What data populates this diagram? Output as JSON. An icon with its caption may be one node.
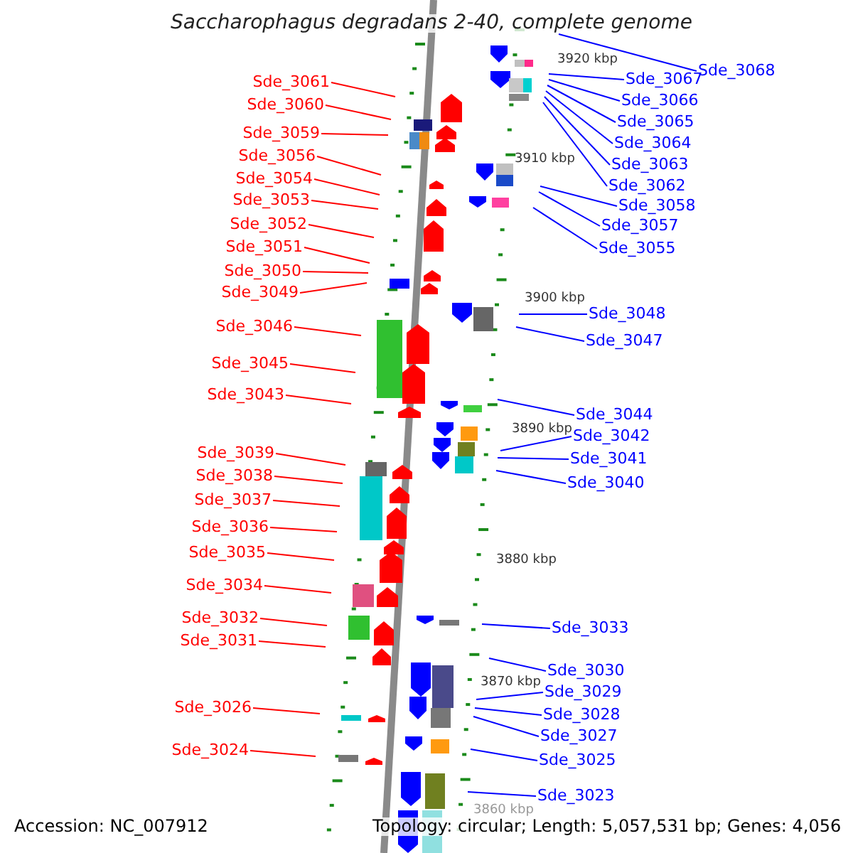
{
  "diagram": {
    "title": "Saccharophagus degradans 2-40, complete genome",
    "nodes": [
      {
        "text": [
          "Sde_3061"
        ]
      },
      {
        "text": [
          "Sde_3060"
        ]
      },
      {
        "text": [
          "Sde_3059"
        ]
      },
      {
        "text": [
          "Sde_3056"
        ]
      },
      {
        "text": [
          "Sde_3054"
        ]
      },
      {
        "text": [
          "Sde_3053"
        ]
      },
      {
        "text": [
          "Sde_3052"
        ]
      },
      {
        "text": [
          "Sde_3051"
        ]
      },
      {
        "text": [
          "Sde_3050"
        ]
      },
      {
        "text": [
          "Sde_3049"
        ]
      },
      {
        "text": [
          "Sde_3046"
        ]
      },
      {
        "text": [
          "Sde_3045"
        ]
      },
      {
        "text": [
          "Sde_3043"
        ]
      },
      {
        "text": [
          "Sde_3039"
        ]
      },
      {
        "text": [
          "Sde_3038"
        ]
      },
      {
        "text": [
          "Sde_3037"
        ]
      },
      {
        "text": [
          "Sde_3036"
        ]
      },
      {
        "text": [
          "Sde_3035"
        ]
      },
      {
        "text": [
          "Sde_3034"
        ]
      },
      {
        "text": [
          "Sde_3032"
        ]
      },
      {
        "text": [
          "Sde_3031"
        ]
      },
      {
        "text": [
          "Sde_3026"
        ]
      },
      {
        "text": [
          "Sde_3024"
        ]
      },
      {
        "text": [
          "Sde_3068"
        ]
      },
      {
        "text": [
          "Sde_3067"
        ]
      },
      {
        "text": [
          "Sde_3066"
        ]
      },
      {
        "text": [
          "Sde_3065"
        ]
      },
      {
        "text": [
          "Sde_3064"
        ]
      },
      {
        "text": [
          "Sde_3063"
        ]
      },
      {
        "text": [
          "Sde_3062"
        ]
      },
      {
        "text": [
          "Sde_3058"
        ]
      },
      {
        "text": [
          "Sde_3057"
        ]
      },
      {
        "text": [
          "Sde_3055"
        ]
      },
      {
        "text": [
          "Sde_3048"
        ]
      },
      {
        "text": [
          "Sde_3047"
        ]
      },
      {
        "text": [
          "Sde_3044"
        ]
      },
      {
        "text": [
          "Sde_3042"
        ]
      },
      {
        "text": [
          "Sde_3041"
        ]
      },
      {
        "text": [
          "Sde_3040"
        ]
      },
      {
        "text": [
          "Sde_3033"
        ]
      },
      {
        "text": [
          "Sde_3030"
        ]
      },
      {
        "text": [
          "Sde_3029"
        ]
      },
      {
        "text": [
          "Sde_3028"
        ]
      },
      {
        "text": [
          "Sde_3027"
        ]
      },
      {
        "text": [
          "Sde_3025"
        ]
      },
      {
        "text": [
          "Sde_3023"
        ]
      }
    ],
    "edges": [
      {
        "from": 0,
        "to": null,
        "arrow": "none",
        "color": "#ff0000"
      },
      {
        "from": 1,
        "to": null,
        "arrow": "none",
        "color": "#ff0000"
      },
      {
        "from": 2,
        "to": null,
        "arrow": "none",
        "color": "#ff0000"
      },
      {
        "from": 3,
        "to": null,
        "arrow": "none",
        "color": "#ff0000"
      },
      {
        "from": 4,
        "to": null,
        "arrow": "none",
        "color": "#ff0000"
      },
      {
        "from": 5,
        "to": null,
        "arrow": "none",
        "color": "#ff0000"
      },
      {
        "from": 6,
        "to": null,
        "arrow": "none",
        "color": "#ff0000"
      },
      {
        "from": 7,
        "to": null,
        "arrow": "none",
        "color": "#ff0000"
      },
      {
        "from": 8,
        "to": null,
        "arrow": "none",
        "color": "#ff0000"
      },
      {
        "from": 9,
        "to": null,
        "arrow": "none",
        "color": "#ff0000"
      },
      {
        "from": 10,
        "to": null,
        "arrow": "none",
        "color": "#ff0000"
      },
      {
        "from": 11,
        "to": null,
        "arrow": "none",
        "color": "#ff0000"
      },
      {
        "from": 12,
        "to": null,
        "arrow": "none",
        "color": "#ff0000"
      },
      {
        "from": 13,
        "to": null,
        "arrow": "none",
        "color": "#ff0000"
      },
      {
        "from": 14,
        "to": null,
        "arrow": "none",
        "color": "#ff0000"
      },
      {
        "from": 15,
        "to": null,
        "arrow": "none",
        "color": "#ff0000"
      },
      {
        "from": 16,
        "to": null,
        "arrow": "none",
        "color": "#ff0000"
      },
      {
        "from": 17,
        "to": null,
        "arrow": "none",
        "color": "#ff0000"
      },
      {
        "from": 18,
        "to": null,
        "arrow": "none",
        "color": "#ff0000"
      },
      {
        "from": 19,
        "to": null,
        "arrow": "none",
        "color": "#ff0000"
      },
      {
        "from": 20,
        "to": null,
        "arrow": "none",
        "color": "#ff0000"
      },
      {
        "from": 21,
        "to": null,
        "arrow": "none",
        "color": "#ff0000"
      },
      {
        "from": 22,
        "to": null,
        "arrow": "none",
        "color": "#ff0000"
      },
      {
        "from": 23,
        "to": null,
        "arrow": "none",
        "color": "#0000ff"
      },
      {
        "from": 24,
        "to": null,
        "arrow": "none",
        "color": "#0000ff"
      },
      {
        "from": 25,
        "to": null,
        "arrow": "none",
        "color": "#0000ff"
      },
      {
        "from": 26,
        "to": null,
        "arrow": "none",
        "color": "#0000ff"
      },
      {
        "from": 27,
        "to": null,
        "arrow": "none",
        "color": "#0000ff"
      },
      {
        "from": 28,
        "to": null,
        "arrow": "none",
        "color": "#0000ff"
      },
      {
        "from": 29,
        "to": null,
        "arrow": "none",
        "color": "#0000ff"
      },
      {
        "from": 30,
        "to": null,
        "arrow": "none",
        "color": "#0000ff"
      },
      {
        "from": 31,
        "to": null,
        "arrow": "none",
        "color": "#0000ff"
      },
      {
        "from": 32,
        "to": null,
        "arrow": "none",
        "color": "#0000ff"
      },
      {
        "from": 33,
        "to": null,
        "arrow": "none",
        "color": "#0000ff"
      },
      {
        "from": 34,
        "to": null,
        "arrow": "none",
        "color": "#0000ff"
      },
      {
        "from": 35,
        "to": null,
        "arrow": "none",
        "color": "#0000ff"
      },
      {
        "from": 36,
        "to": null,
        "arrow": "none",
        "color": "#0000ff"
      },
      {
        "from": 37,
        "to": null,
        "arrow": "none",
        "color": "#0000ff"
      },
      {
        "from": 38,
        "to": null,
        "arrow": "none",
        "color": "#0000ff"
      },
      {
        "from": 39,
        "to": null,
        "arrow": "none",
        "color": "#0000ff"
      },
      {
        "from": 40,
        "to": null,
        "arrow": "none",
        "color": "#0000ff"
      },
      {
        "from": 41,
        "to": null,
        "arrow": "none",
        "color": "#0000ff"
      },
      {
        "from": 42,
        "to": null,
        "arrow": "none",
        "color": "#0000ff"
      },
      {
        "from": 43,
        "to": null,
        "arrow": "none",
        "color": "#0000ff"
      },
      {
        "from": 44,
        "to": null,
        "arrow": "none",
        "color": "#0000ff"
      },
      {
        "from": 45,
        "to": null,
        "arrow": "none",
        "color": "#0000ff"
      }
    ],
    "labels": [
      "3920 kbp",
      "3910 kbp",
      "3900 kbp",
      "3890 kbp",
      "3880 kbp",
      "3870 kbp",
      "3860 kbp",
      "Accession: NC_007912",
      "Topology: circular; Length: 5,057,531 bp; Genes: 4,056"
    ]
  }
}
